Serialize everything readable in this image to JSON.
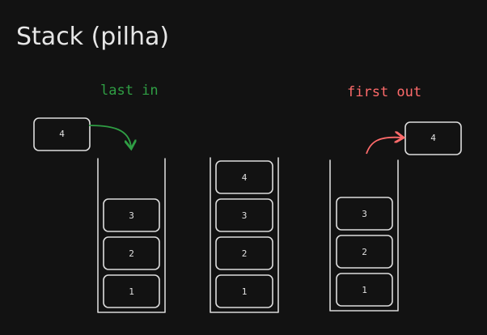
{
  "title": "Stack (pilha)",
  "push_label": "last in",
  "pop_label": "first out",
  "colors": {
    "background": "#121212",
    "push": "#2f9e44",
    "pop": "#ff6b6b",
    "stroke": "#dcdcdc"
  },
  "incoming_item": "4",
  "outgoing_item": "4",
  "stacks": [
    {
      "items": [
        "1",
        "2",
        "3"
      ]
    },
    {
      "items": [
        "1",
        "2",
        "3",
        "4"
      ]
    },
    {
      "items": [
        "1",
        "2",
        "3"
      ]
    }
  ]
}
